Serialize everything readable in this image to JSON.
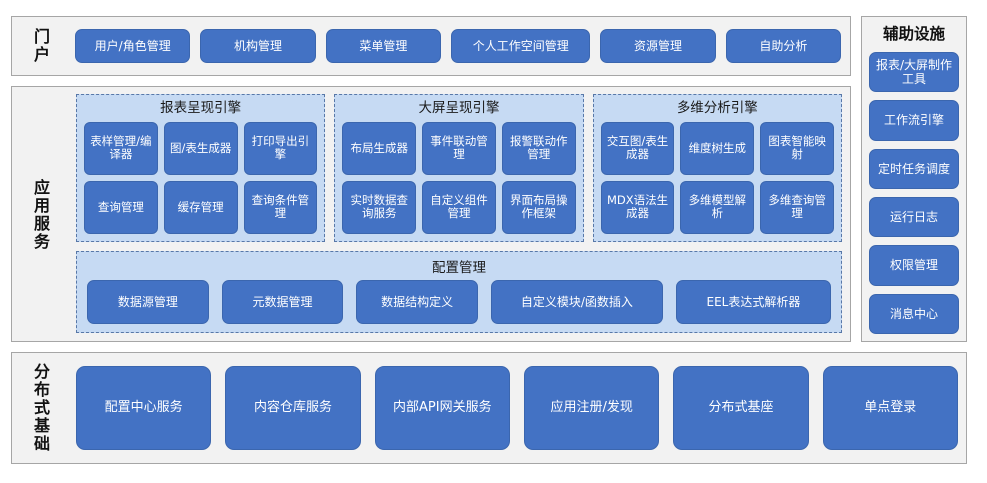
{
  "layers": {
    "portal": {
      "band_label": "门户",
      "items": [
        {
          "label": "用户/角色管理"
        },
        {
          "label": "机构管理"
        },
        {
          "label": "菜单管理"
        },
        {
          "label": "个人工作空间管理"
        },
        {
          "label": "资源管理"
        },
        {
          "label": "自助分析"
        }
      ]
    },
    "application_services": {
      "band_label": "应用服务",
      "engines": [
        {
          "title": "报表呈现引擎",
          "items": [
            {
              "label": "表样管理/编译器"
            },
            {
              "label": "图/表生成器"
            },
            {
              "label": "打印导出引擎"
            },
            {
              "label": "查询管理"
            },
            {
              "label": "缓存管理"
            },
            {
              "label": "查询条件管理"
            }
          ]
        },
        {
          "title": "大屏呈现引擎",
          "items": [
            {
              "label": "布局生成器"
            },
            {
              "label": "事件联动管理"
            },
            {
              "label": "报警联动作管理"
            },
            {
              "label": "实时数据查询服务"
            },
            {
              "label": "自定义组件管理"
            },
            {
              "label": "界面布局操作框架"
            }
          ]
        },
        {
          "title": "多维分析引擎",
          "items": [
            {
              "label": "交互图/表生成器"
            },
            {
              "label": "维度树生成"
            },
            {
              "label": "图表智能映射"
            },
            {
              "label": "MDX语法生成器"
            },
            {
              "label": "多维模型解析"
            },
            {
              "label": "多维查询管理"
            }
          ]
        }
      ],
      "config": {
        "title": "配置管理",
        "items": [
          {
            "label": "数据源管理"
          },
          {
            "label": "元数据管理"
          },
          {
            "label": "数据结构定义"
          },
          {
            "label": "自定义模块/函数插入"
          },
          {
            "label": "EEL表达式解析器"
          }
        ]
      }
    },
    "auxiliary": {
      "title": "辅助设施",
      "items": [
        {
          "label": "报表/大屏制作工具"
        },
        {
          "label": "工作流引擎"
        },
        {
          "label": "定时任务调度"
        },
        {
          "label": "运行日志"
        },
        {
          "label": "权限管理"
        },
        {
          "label": "消息中心"
        }
      ]
    },
    "distributed_base": {
      "band_label": "分布式基础",
      "items": [
        {
          "label": "配置中心服务"
        },
        {
          "label": "内容仓库服务"
        },
        {
          "label": "内部API网关服务"
        },
        {
          "label": "应用注册/发现"
        },
        {
          "label": "分布式基座"
        },
        {
          "label": "单点登录"
        }
      ]
    }
  },
  "colors": {
    "button_blue": "#4372c4",
    "panel_grey": "#f2f2f2",
    "engine_blue": "#c6daf3",
    "panel_border": "#a6a6a6",
    "dashed_border": "#5878a8"
  }
}
